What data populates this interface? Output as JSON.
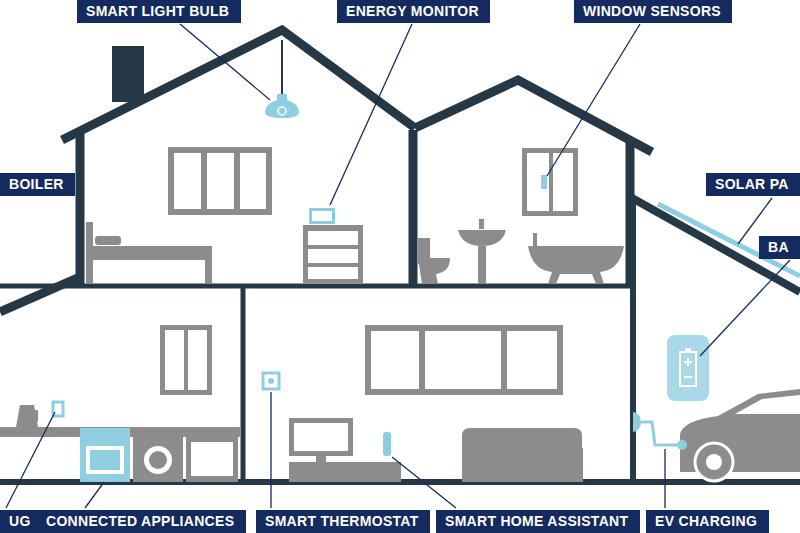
{
  "diagram": {
    "nodes": [
      {
        "text": [
          "SMART LIGHT BULB"
        ]
      },
      {
        "text": [
          "ENERGY MONITOR"
        ]
      },
      {
        "text": [
          "WINDOW SENSORS"
        ]
      },
      {
        "text": [
          "BOILER"
        ]
      },
      {
        "text": [
          "SOLAR PA"
        ]
      },
      {
        "text": [
          "BA"
        ]
      },
      {
        "text": [
          "UG"
        ]
      },
      {
        "text": [
          "CONNECTED APPLIANCES"
        ]
      },
      {
        "text": [
          "SMART THERMOSTAT"
        ]
      },
      {
        "text": [
          "SMART HOME ASSISTANT"
        ]
      },
      {
        "text": [
          "EV CHARGING"
        ]
      }
    ]
  }
}
